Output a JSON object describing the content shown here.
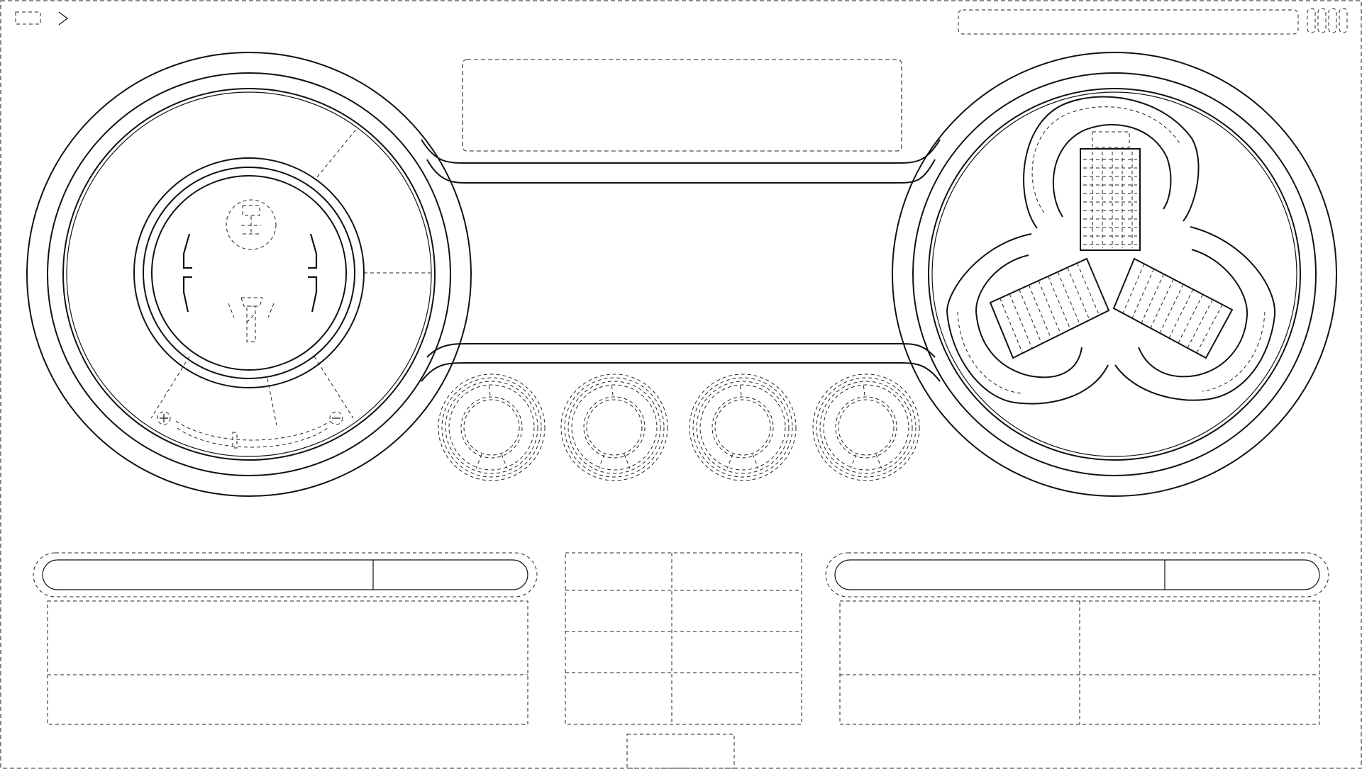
{
  "app": {
    "title": "",
    "theme": {
      "stroke": "#111111",
      "background": "#ffffff"
    }
  },
  "topbar": {
    "left_icons": [
      "window-icon",
      "chevron-right-icon"
    ],
    "search_placeholder": "",
    "right_icons": [
      "battery-cell-icon",
      "battery-cell-icon",
      "battery-cell-icon",
      "battery-cell-icon"
    ]
  },
  "header_display": {
    "text": ""
  },
  "left_gauge": {
    "icons": [
      "person-top-icon",
      "person-bottom-icon",
      "plus-icon",
      "minus-icon"
    ],
    "scale_marker": "",
    "label": ""
  },
  "right_gauge": {
    "icons": [
      "fan-blade-top-icon",
      "fan-blade-left-icon",
      "fan-blade-right-icon"
    ]
  },
  "knobs": [
    {
      "name": "knob-1",
      "label": ""
    },
    {
      "name": "knob-2",
      "label": ""
    },
    {
      "name": "knob-3",
      "label": ""
    },
    {
      "name": "knob-4",
      "label": ""
    }
  ],
  "bottom_left": {
    "pill_left": "",
    "pill_right": "",
    "rows": [
      "",
      ""
    ]
  },
  "bottom_center": {
    "grid": [
      [
        "",
        ""
      ],
      [
        "",
        ""
      ],
      [
        "",
        ""
      ],
      [
        "",
        ""
      ]
    ]
  },
  "bottom_right": {
    "pill_left": "",
    "pill_right": "",
    "grid": [
      [
        "",
        ""
      ],
      [
        "",
        ""
      ]
    ]
  },
  "footer": {
    "button_label": ""
  }
}
